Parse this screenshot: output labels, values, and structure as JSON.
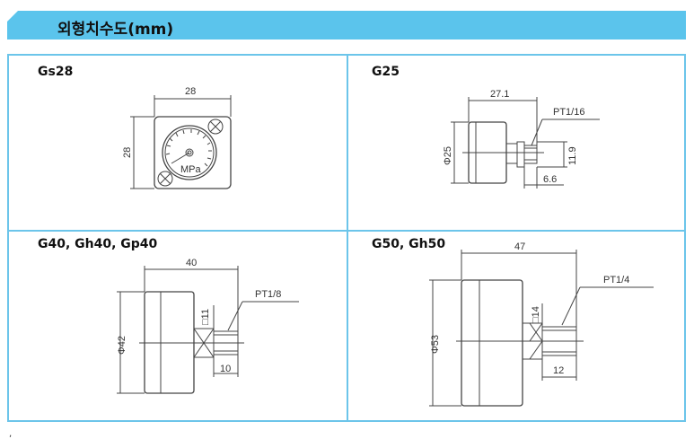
{
  "header": {
    "title": "외형치수도(mm)"
  },
  "cells": [
    {
      "title": "Gs28",
      "dims": {
        "width": "28",
        "height": "28",
        "unit_label": "MPa"
      }
    },
    {
      "title": "G25",
      "dims": {
        "length": "27.1",
        "thread": "PT1/16",
        "dia": "Φ25",
        "hex": "11.9",
        "thread_len": "6.6"
      }
    },
    {
      "title": "G40, Gh40, Gp40",
      "dims": {
        "length": "40",
        "thread": "PT1/8",
        "dia": "Φ42",
        "hex": "□11",
        "thread_len": "10"
      }
    },
    {
      "title": "G50, Gh50",
      "dims": {
        "length": "47",
        "thread": "PT1/4",
        "dia": "Φ53",
        "hex": "□14",
        "thread_len": "12"
      }
    }
  ],
  "footer_mark": ","
}
